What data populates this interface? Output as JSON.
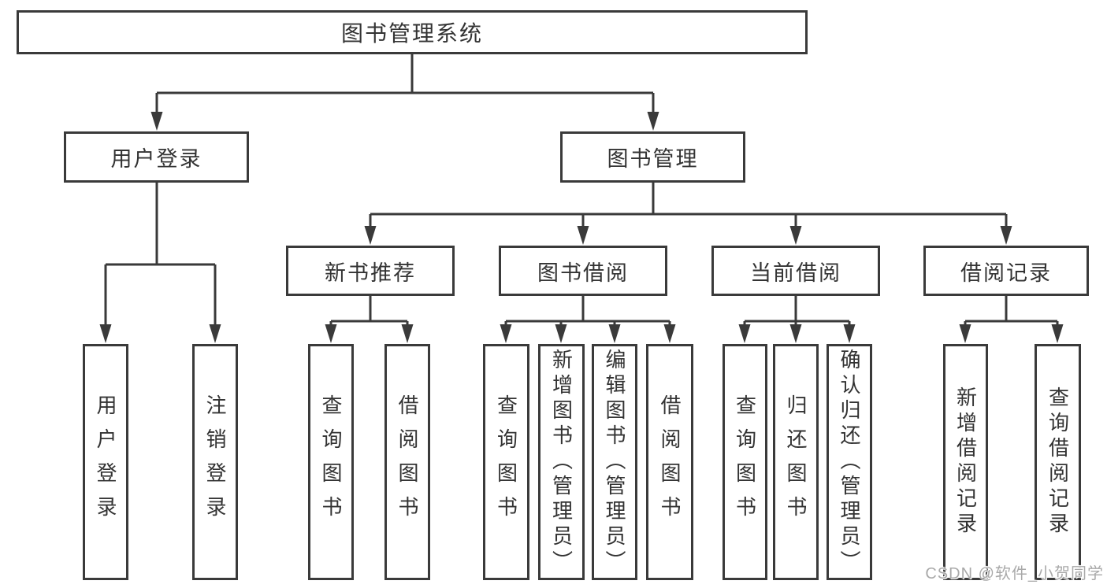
{
  "tree": {
    "label": "图书管理系统",
    "children": [
      {
        "label": "用户登录",
        "children": [
          {
            "label": "用户登录"
          },
          {
            "label": "注销登录"
          }
        ]
      },
      {
        "label": "图书管理",
        "children": [
          {
            "label": "新书推荐",
            "children": [
              {
                "label": "查询图书"
              },
              {
                "label": "借阅图书"
              }
            ]
          },
          {
            "label": "图书借阅",
            "children": [
              {
                "label": "查询图书"
              },
              {
                "label": "新增图书（管理员）"
              },
              {
                "label": "编辑图书（管理员）"
              },
              {
                "label": "借阅图书"
              }
            ]
          },
          {
            "label": "当前借阅",
            "children": [
              {
                "label": "查询图书"
              },
              {
                "label": "归还图书"
              },
              {
                "label": "确认归还（管理员）"
              }
            ]
          },
          {
            "label": "借阅记录",
            "children": [
              {
                "label": "新增借阅记录"
              },
              {
                "label": "查询借阅记录"
              }
            ]
          }
        ]
      }
    ]
  },
  "watermark": {
    "text": "CSDN @软件_小贺同学"
  },
  "colors": {
    "line": "#3a3a3a",
    "box_border": "#3a3a3a",
    "text": "#333333",
    "watermark": "#a9a9a9",
    "background": "#ffffff"
  }
}
